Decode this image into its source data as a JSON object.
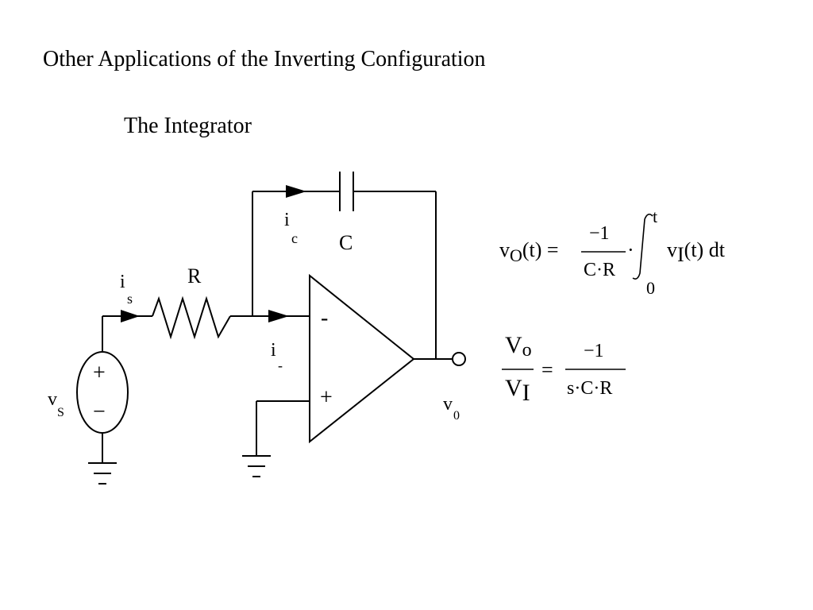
{
  "slide": {
    "title": "Other Applications of the Inverting Configuration",
    "subtitle": "The Integrator"
  },
  "circuit": {
    "labels": {
      "resistor": "R",
      "capacitor": "C",
      "i_s_main": "i",
      "i_s_sub": "s",
      "i_c_main": "i",
      "i_c_sub": "c",
      "i_minus_main": "i",
      "i_minus_sub": "-",
      "v_s_main": "v",
      "v_s_sub": "S",
      "v_o_main": "v",
      "v_o_sub": "0",
      "source_plus": "+",
      "source_minus": "−",
      "opamp_minus": "-",
      "opamp_plus": "+"
    }
  },
  "equations": {
    "time_domain": {
      "lhs_main": "v",
      "lhs_sub": "O",
      "lhs_arg": "(t) =",
      "frac_num": "−1",
      "frac_den": "C·R",
      "dot": "·",
      "int_upper": "t",
      "int_lower": "0",
      "integrand_main": "v",
      "integrand_sub": "I",
      "integrand_rest": "(t) dt"
    },
    "transfer": {
      "num_main": "V",
      "num_sub": "o",
      "den_main": "V",
      "den_sub": "I",
      "equals": "=",
      "rhs_num": "−1",
      "rhs_den": "s·C·R"
    }
  }
}
